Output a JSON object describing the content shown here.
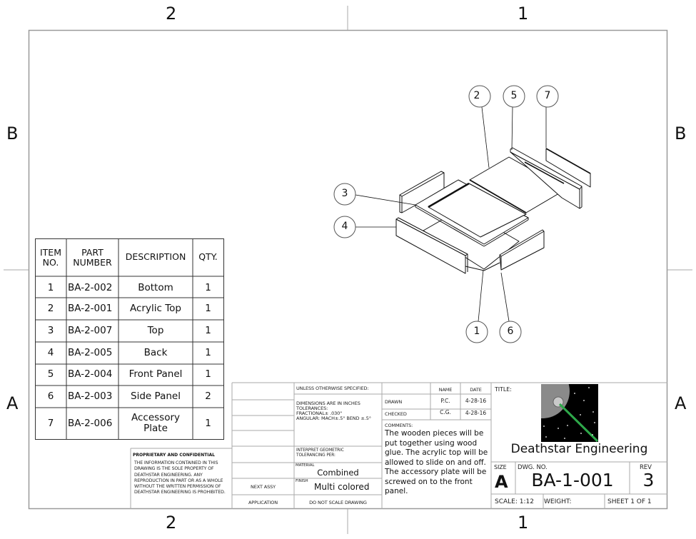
{
  "zones": {
    "top": [
      "2",
      "1"
    ],
    "bottom": [
      "2",
      "1"
    ],
    "left": [
      "B",
      "A"
    ],
    "right": [
      "B",
      "A"
    ]
  },
  "bom": {
    "headers": {
      "item": "ITEM\nNO.",
      "item_l1": "ITEM",
      "item_l2": "NO.",
      "part_l1": "PART",
      "part_l2": "NUMBER",
      "description": "DESCRIPTION",
      "qty": "QTY."
    },
    "rows": [
      {
        "item": "1",
        "part": "BA-2-002",
        "description": "Bottom",
        "qty": "1"
      },
      {
        "item": "2",
        "part": "BA-2-001",
        "description": "Acrylic Top",
        "qty": "1"
      },
      {
        "item": "3",
        "part": "BA-2-007",
        "description": "Top",
        "qty": "1"
      },
      {
        "item": "4",
        "part": "BA-2-005",
        "description": "Back",
        "qty": "1"
      },
      {
        "item": "5",
        "part": "BA-2-004",
        "description": "Front Panel",
        "qty": "1"
      },
      {
        "item": "6",
        "part": "BA-2-003",
        "description": "Side Panel",
        "qty": "2"
      },
      {
        "item": "7",
        "part": "BA-2-006",
        "description": "Accessory Plate",
        "desc_l1": "Accessory",
        "desc_l2": "Plate",
        "qty": "1"
      }
    ]
  },
  "balloons": [
    "1",
    "2",
    "3",
    "4",
    "5",
    "6",
    "7"
  ],
  "proprietary": {
    "title": "PROPRIETARY AND CONFIDENTIAL",
    "lines": [
      "THE INFORMATION CONTAINED IN THIS",
      "DRAWING IS THE SOLE PROPERTY OF",
      "DEATHSTAR ENGINEERING.  ANY",
      "REPRODUCTION IN PART OR AS A WHOLE",
      "WITHOUT THE WRITTEN PERMISSION OF",
      "DEATHSTAR ENGINEERING IS PROHIBITED."
    ]
  },
  "title_block": {
    "next_assy": "NEXT ASSY",
    "application": "APPLICATION",
    "unless": "UNLESS OTHERWISE SPECIFIED:",
    "dims": [
      "DIMENSIONS ARE IN INCHES",
      "TOLERANCES:",
      "FRACTIONAL± .030\"",
      "ANGULAR: MACH±.5° BEND ±.5°"
    ],
    "interpret": [
      "INTERPRET GEOMETRIC",
      "TOLERANCING PER:"
    ],
    "material_label": "MATERIAL",
    "material": "Combined",
    "finish_label": "FINISH",
    "finish": "Multi colored",
    "no_scale": "DO NOT SCALE DRAWING",
    "name_hdr": "NAME",
    "date_hdr": "DATE",
    "drawn_label": "DRAWN",
    "drawn_name": "P.C.",
    "drawn_date": "4-28-16",
    "checked_label": "CHECKED",
    "checked_name": "C.G.",
    "checked_date": "4-28-16",
    "comments_label": "COMMENTS:",
    "comments": "The wooden pieces will be put together using wood glue. The acrylic top will be allowed to slide on and off. The accessory plate will be screwed on to the front panel.",
    "title_label": "TITLE:",
    "company": "Deathstar Engineering",
    "size_label": "SIZE",
    "size": "A",
    "dwg_label": "DWG.  NO.",
    "dwg_no": "BA-1-001",
    "rev_label": "REV",
    "rev": "3",
    "scale": "SCALE: 1:12",
    "weight": "WEIGHT:",
    "sheet": "SHEET 1 OF 1"
  },
  "colors": {
    "line": "#111111",
    "grid": "#9a9a9a",
    "laser": "#2ea84a",
    "space": "#000000",
    "planet": "#8a8a8a"
  }
}
